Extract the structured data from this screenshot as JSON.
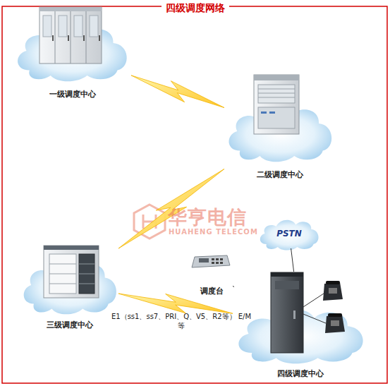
{
  "diagram": {
    "title": "四级调度网络",
    "nodes": [
      {
        "text": [
          "一级调度中心"
        ]
      },
      {
        "text": [
          "二级调度中心"
        ]
      },
      {
        "text": [
          "三级调度中心"
        ]
      },
      {
        "text": [
          "四级调度中心"
        ]
      },
      {
        "text": [
          "PSTN"
        ]
      },
      {
        "text": [
          "调度台"
        ]
      }
    ],
    "edges": [
      {
        "from": 0,
        "to": 1,
        "arrow": "none"
      },
      {
        "from": 1,
        "to": 2,
        "arrow": "none"
      },
      {
        "from": 2,
        "to": 3,
        "label": "E1（ss1、ss7、PRI、Q、V5、R2等） E/M等",
        "arrow": "none"
      },
      {
        "from": 4,
        "to": 3,
        "arrow": "none"
      },
      {
        "from": 5,
        "to": 3,
        "arrow": "none"
      }
    ],
    "labels": [
      "华亨电信",
      "HUAHENG TELECOM"
    ]
  }
}
